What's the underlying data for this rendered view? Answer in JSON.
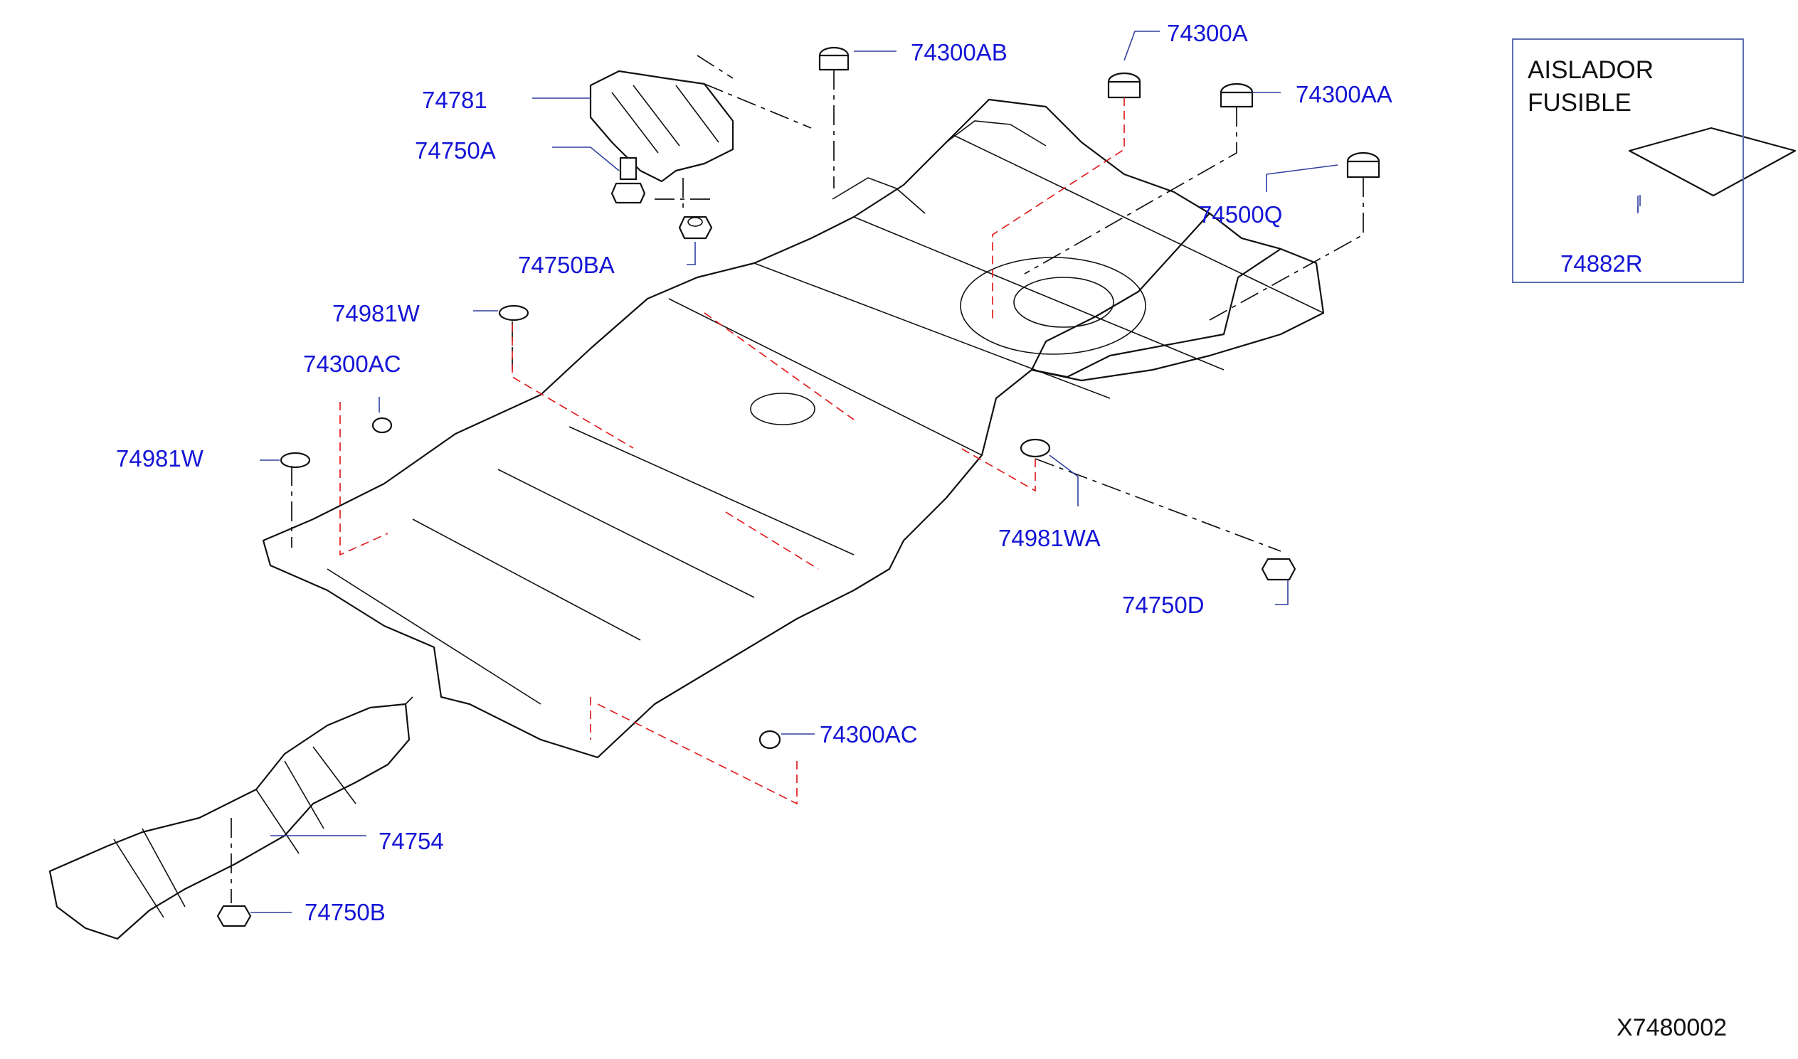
{
  "diagram_id": "X7480002",
  "legend": {
    "title_lines": [
      "AISLADOR",
      "FUSIBLE"
    ],
    "part_number": "74882R"
  },
  "labels": [
    {
      "key": "74300AB",
      "text": "74300AB"
    },
    {
      "key": "74300A",
      "text": "74300A"
    },
    {
      "key": "74781",
      "text": "74781"
    },
    {
      "key": "74300AA",
      "text": "74300AA"
    },
    {
      "key": "74750A",
      "text": "74750A"
    },
    {
      "key": "74500Q",
      "text": "74500Q"
    },
    {
      "key": "74750BA",
      "text": "74750BA"
    },
    {
      "key": "74981W_top",
      "text": "74981W"
    },
    {
      "key": "74300AC_left",
      "text": "74300AC"
    },
    {
      "key": "74981W_left",
      "text": "74981W"
    },
    {
      "key": "74981WA",
      "text": "74981WA"
    },
    {
      "key": "74750D",
      "text": "74750D"
    },
    {
      "key": "74300AC_bottom",
      "text": "74300AC"
    },
    {
      "key": "74754",
      "text": "74754"
    },
    {
      "key": "74750B",
      "text": "74750B"
    }
  ],
  "colors": {
    "label": "#1515d6",
    "leader": "#2f3f9e",
    "hidden_line_red": "#e02020",
    "line": "#111111"
  }
}
